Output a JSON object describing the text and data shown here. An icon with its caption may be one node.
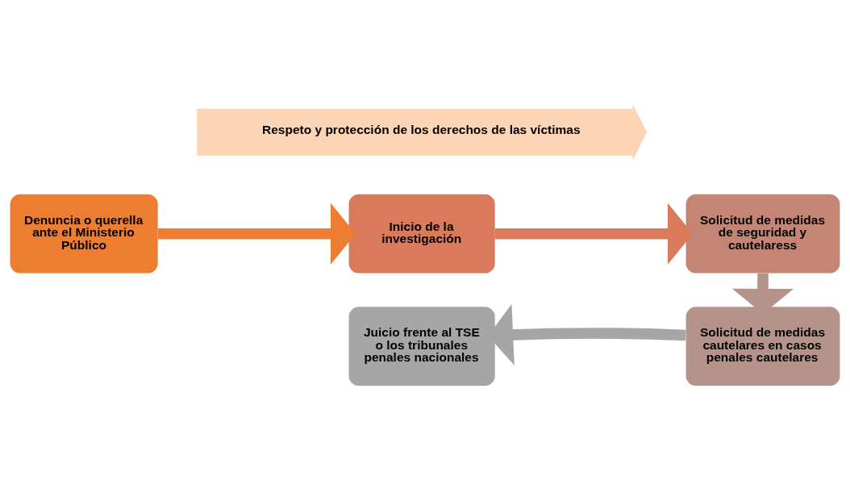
{
  "diagram": {
    "nodes": [
      {
        "text": [
          "Denuncia o querella ante el Ministerio Público"
        ]
      },
      {
        "text": [
          "Inicio de la investigación"
        ]
      },
      {
        "text": [
          "Solicitud de medidas de seguridad y cautelaress"
        ]
      },
      {
        "text": [
          "Solicitud de medidas cautelares en casos penales cautelares"
        ]
      },
      {
        "text": [
          "Juicio frente al TSE o los tribunales penales nacionales"
        ]
      },
      {
        "text": [
          "Respeto y protección de los derechos de las víctimas"
        ]
      }
    ],
    "edges": [
      {
        "from": 0,
        "to": 1,
        "arrow": "to",
        "color": "#ed7d31"
      },
      {
        "from": 1,
        "to": 2,
        "arrow": "to",
        "color": "#d97b5a"
      },
      {
        "from": 2,
        "to": 3,
        "arrow": "to",
        "color": "#b5928a"
      },
      {
        "from": 3,
        "to": 4,
        "arrow": "to",
        "color": "#a6a6a6"
      }
    ]
  }
}
